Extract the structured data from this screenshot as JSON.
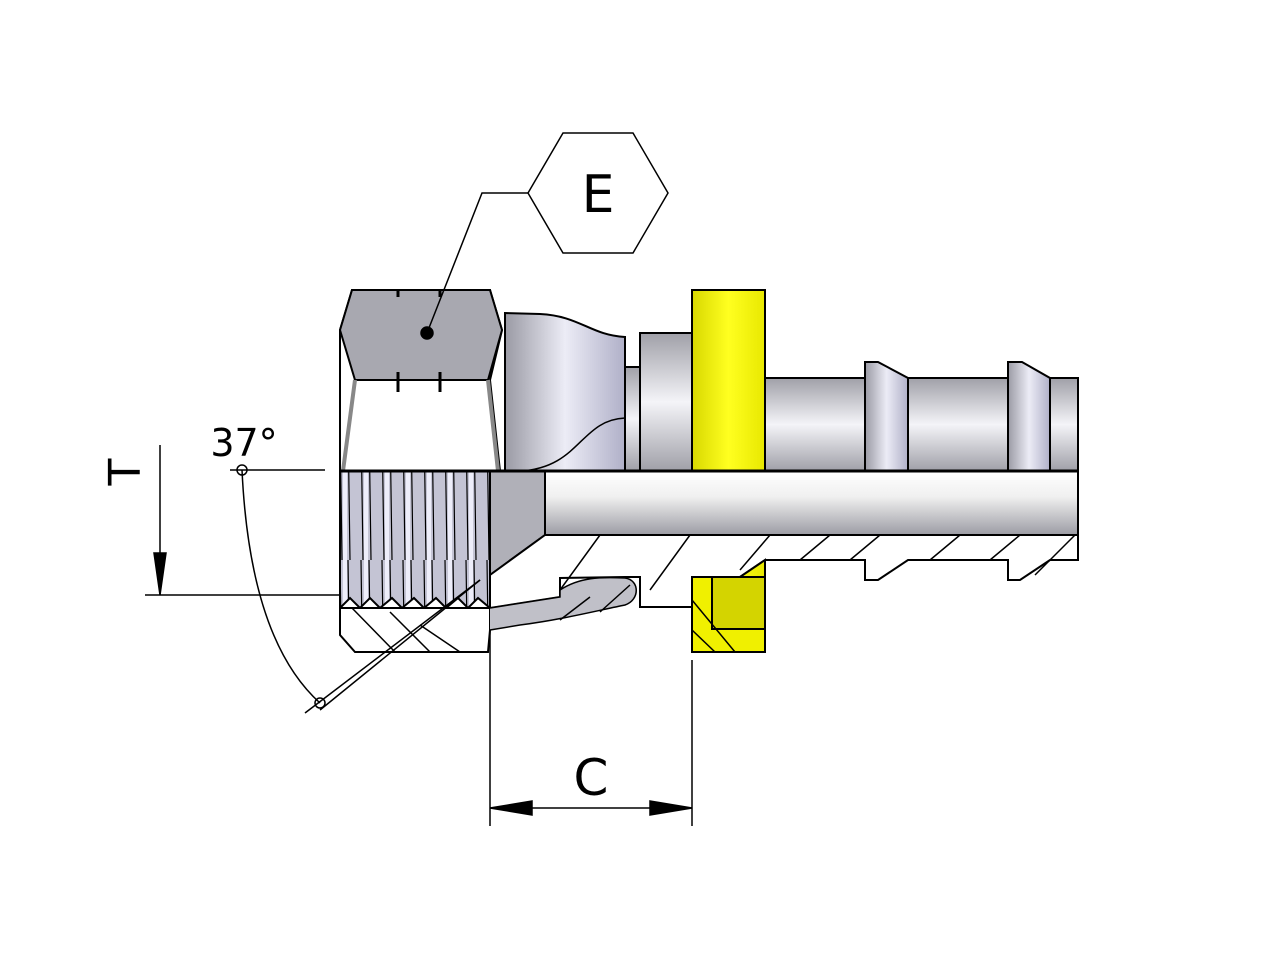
{
  "drawing": {
    "labels": {
      "hex_size": "E",
      "angle": "37°",
      "thread": "T",
      "length": "C"
    },
    "colors": {
      "steel": "#a7a7b0",
      "steel_light": "#e4e4ee",
      "ring": "#f2f200",
      "line": "#000000"
    }
  }
}
